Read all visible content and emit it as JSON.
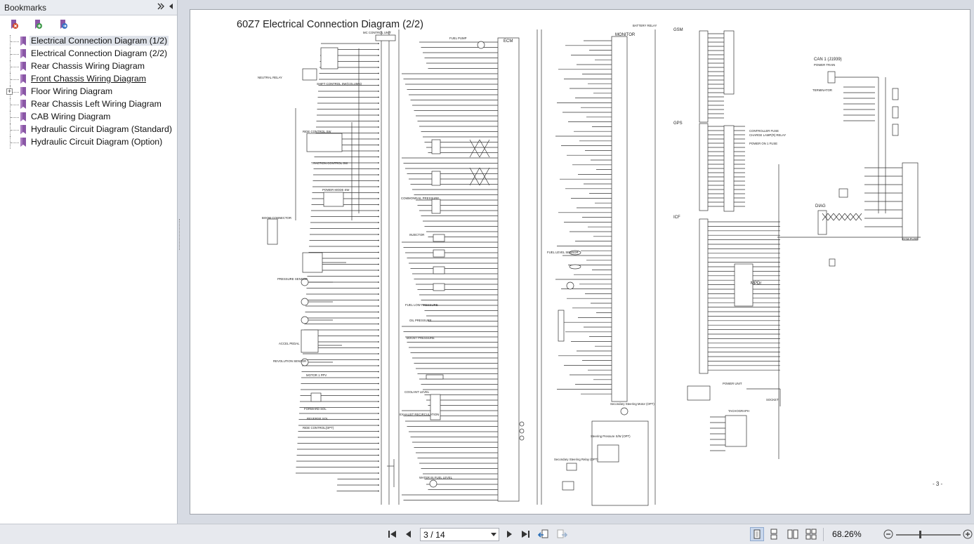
{
  "bookmarks_panel": {
    "title": "Bookmarks",
    "expand_icon": "double-chevron-right-icon",
    "collapse_icon": "chevron-left-icon",
    "tools": [
      "delete-bookmark-icon",
      "add-bookmark-icon",
      "find-bookmark-icon"
    ],
    "items": [
      {
        "label": "Electrical Connection Diagram (1/2)",
        "selected": true
      },
      {
        "label": "Electrical Connection Diagram (2/2)"
      },
      {
        "label": "Rear Chassis Wiring Diagram"
      },
      {
        "label": "Front Chassis Wiring Diagram",
        "underlined": true
      },
      {
        "label": "Floor Wiring Diagram",
        "expandable": true
      },
      {
        "label": "Rear Chassis Left Wiring Diagram"
      },
      {
        "label": "CAB Wiring Diagram"
      },
      {
        "label": "Hydraulic Circuit Diagram (Standard)"
      },
      {
        "label": "Hydraulic Circuit Diagram (Option)"
      }
    ]
  },
  "document": {
    "page_title": "60Z7 Electrical Connection Diagram (2/2)",
    "page_number": "- 3 -",
    "labels": {
      "mc_control_unit": "MC CONTROL UNIT",
      "ecm": "ECM",
      "monitor": "MONITOR",
      "gsm": "GSM",
      "gps": "GPS",
      "icf": "ICF",
      "can": "CAN 1 (J1939)",
      "power_train": "POWER TRAIN",
      "terminator": "TERMINATOR",
      "diag": "DIAG",
      "mpdr": "MPDr",
      "fuel_pump": "FUEL PUMP",
      "battery_relay": "BATTERY RELAY",
      "neutral_relay": "NEUTRAL RELAY",
      "shift_control_sw": "SHIFT CONTROL SW(COLUMN)",
      "ride_control_sw": "RIDE CONTROL SW",
      "traction_control_sw": "TRACTION CONTROL SW",
      "power_mode_sw": "POWER MODE SW",
      "boom_connector": "BOOM CONNECTOR",
      "pressure_sensor": "PRESSURE SENSOR",
      "accel_pedal": "ACCEL PEDAL",
      "revolution_sensor": "REVOLUTION SENSOR",
      "motor_1_ppv": "MOTOR 1 PPV",
      "reverse_sol": "REVERSE SOL",
      "forward_sol": "FORWARD SOL",
      "ride_control_opt": "RIDE CONTROL(OPT)",
      "commonrail_pressure": "COMMONRAIL PRESSURE",
      "injector": "INJECTOR",
      "fuel_low_pressure": "FUEL LOW PRESSURE",
      "oil_pressure": "OIL PRESSURE",
      "boost_pressure": "BOOST PRESSURE",
      "coolant_level": "COOLANT LEVEL",
      "exhaust_recirculation": "EXHAUST RECIRCULATION",
      "water_in_fuel_level": "WATER IN FUEL LEVEL",
      "fuel_level_sensor": "FUEL LEVEL SENSOR",
      "secondary_steering_motor": "Secondary Steering Motor (OPT)",
      "secondary_steering_relay": "Secondary Steering Relay (OPT)",
      "steering_pressure_sw": "Steering Pressure S/W (OPT)",
      "tachograph": "TACHOGRAPH",
      "power_unit": "POWER UNIT",
      "socket": "SOCKET",
      "ecm_fuse": "ECM FUSE",
      "controller_fuse": "CONTROLLER FUSE",
      "power_on_1_fuse": "POWER ON 1 FUSE",
      "charge_lamp_relay": "CHARGE LAMP(R) RELAY"
    }
  },
  "toolbar": {
    "first_page_icon": "first-page-icon",
    "prev_page_icon": "previous-page-icon",
    "page_value": "3 / 14",
    "next_page_icon": "next-page-icon",
    "last_page_icon": "last-page-icon",
    "back_view_icon": "previous-view-icon",
    "forward_view_icon": "next-view-icon",
    "view_modes": [
      "single-page-icon",
      "continuous-page-icon",
      "facing-page-icon",
      "continuous-facing-icon"
    ],
    "zoom": "68.26%",
    "zoom_level": 0.37,
    "zoom_out_icon": "zoom-out-icon",
    "zoom_in_icon": "zoom-in-icon"
  }
}
